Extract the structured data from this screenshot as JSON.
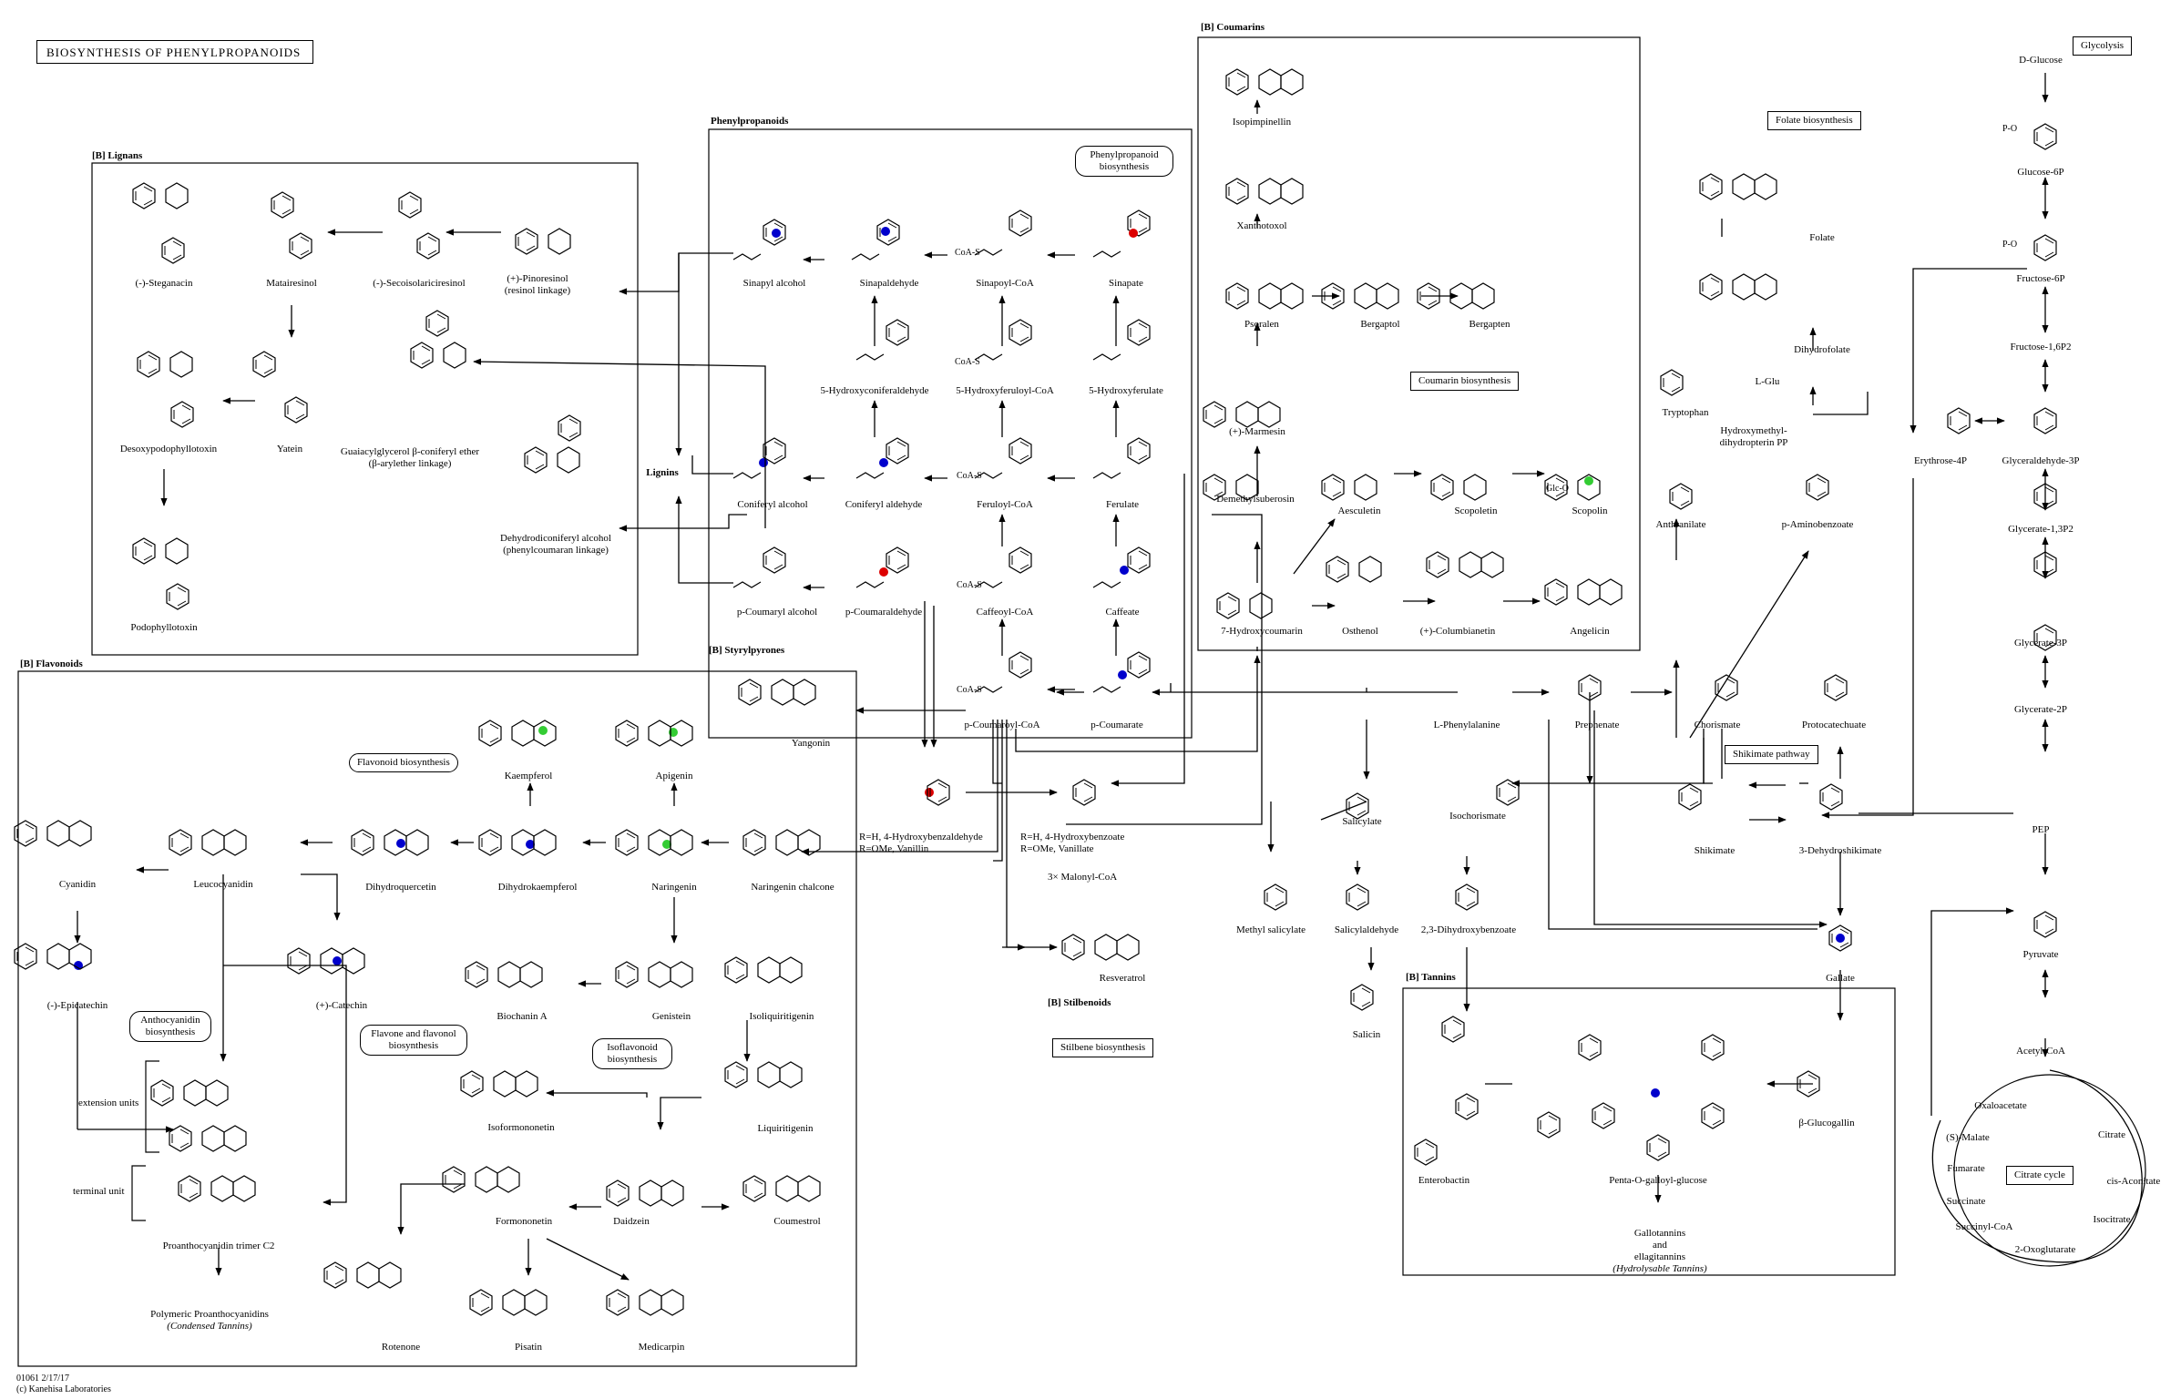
{
  "map": {
    "title": "BIOSYNTHESIS OF PHENYLPROPANOIDS",
    "footer_id": "01061 2/17/17",
    "footer_copy": "(c) Kanehisa Laboratories",
    "colors": {
      "blue": "#0000cc",
      "green": "#33cc33",
      "red": "#dd0000",
      "line": "#000000"
    }
  },
  "sections": {
    "lignans": "[B] Lignans",
    "phenylpropanoids": "Phenylpropanoids",
    "coumarins": "[B] Coumarins",
    "flavonoids": "[B] Flavonoids",
    "styrylpyrones": "[B] Styrylpyrones",
    "stilbenoids": "[B] Stilbenoids",
    "tannins": "[B] Tannins"
  },
  "map_links": {
    "glycolysis": "Glycolysis",
    "folate": "Folate biosynthesis",
    "phenylpropanoid": "Phenylpropanoid biosynthesis",
    "coumarin": "Coumarin biosynthesis",
    "shikimate": "Shikimate pathway",
    "flavonoid": "Flavonoid biosynthesis",
    "anthocyanidin": "Anthocyanidin biosynthesis",
    "flavone": "Flavone and flavonol biosynthesis",
    "isoflavonoid": "Isoflavonoid biosynthesis",
    "stilbene": "Stilbene biosynthesis",
    "citrate": "Citrate cycle"
  },
  "lignans": {
    "steganacin": "(-)-Steganacin",
    "matairesinol": "Matairesinol",
    "secoisolariciresinol": "(-)-Secoisolariciresinol",
    "pinoresinol": "(+)-Pinoresinol",
    "pinoresinol_sub": "(resinol linkage)",
    "desoxypodophyllotoxin": "Desoxypodophyllotoxin",
    "yatein": "Yatein",
    "guaiacylglycerol": "Guaiacylglycerol β-coniferyl ether",
    "guaiacylglycerol_sub": "(β-arylether linkage)",
    "dehydrodiconiferyl": "Dehydrodiconiferyl alcohol",
    "dehydrodiconiferyl_sub": "(phenylcoumaran linkage)",
    "podophyllotoxin": "Podophyllotoxin"
  },
  "phenylpropanoids": {
    "sinapyl_alcohol": "Sinapyl alcohol",
    "sinapaldehyde": "Sinapaldehyde",
    "sinapoyl_coa": "Sinapoyl-CoA",
    "sinapate": "Sinapate",
    "hydroxyconiferaldehyde": "5-Hydroxyconiferaldehyde",
    "hydroxyferuloyl_coa": "5-Hydroxyferuloyl-CoA",
    "hydroxyferulate": "5-Hydroxyferulate",
    "coniferyl_alcohol": "Coniferyl alcohol",
    "coniferyl_aldehyde": "Coniferyl aldehyde",
    "feruloyl_coa": "Feruloyl-CoA",
    "ferulate": "Ferulate",
    "lignins": "Lignins",
    "p_coumaryl_alcohol": "p-Coumaryl alcohol",
    "p_coumaraldehyde": "p-Coumaraldehyde",
    "caffeoyl_coa": "Caffeoyl-CoA",
    "caffeate": "Caffeate",
    "p_coumaroyl_coa": "p-Coumaroyl-CoA",
    "p_coumarate": "p-Coumarate",
    "coa_s": "CoA-S"
  },
  "coumarins": {
    "isopimpinellin": "Isopimpinellin",
    "xanthotoxol": "Xanthotoxol",
    "psoralen": "Psoralen",
    "bergaptol": "Bergaptol",
    "bergapten": "Bergapten",
    "marmesin": "(+)-Marmesin",
    "demethylsuberosin": "Demethylsuberosin",
    "aesculetin": "Aesculetin",
    "scopoletin": "Scopoletin",
    "scopolin": "Scopolin",
    "hydroxycoumarin": "7-Hydroxycoumarin",
    "osthenol": "Osthenol",
    "columbianetin": "(+)-Columbianetin",
    "angelicin": "Angelicin",
    "glc": "Glc-O"
  },
  "styrylpyrones": {
    "yangonin": "Yangonin"
  },
  "benzoates": {
    "hydroxybenzaldehyde_1": "R=H, 4-Hydroxybenzaldehyde",
    "hydroxybenzaldehyde_2": "R=OMe, Vanillin",
    "hydroxybenzoate_1": "R=H, 4-Hydroxybenzoate",
    "hydroxybenzoate_2": "R=OMe, Vanillate",
    "malonyl": "3× Malonyl-CoA",
    "resveratrol": "Resveratrol"
  },
  "flavonoids": {
    "kaempferol": "Kaempferol",
    "apigenin": "Apigenin",
    "cyanidin": "Cyanidin",
    "leucocyanidin": "Leucocyanidin",
    "dihydroquercetin": "Dihydroquercetin",
    "dihydrokaempferol": "Dihydrokaempferol",
    "naringenin": "Naringenin",
    "naringenin_chalcone": "Naringenin chalcone",
    "epicatechin": "(-)-Epicatechin",
    "catechin": "(+)-Catechin",
    "biochanin": "Biochanin A",
    "genistein": "Genistein",
    "isoliquiritigenin": "Isoliquiritigenin",
    "extension_units": "extension units",
    "terminal_unit": "terminal unit",
    "formononetin_iso": "Isoformononetin",
    "liquiritigenin": "Liquiritigenin",
    "formononetin": "Formononetin",
    "daidzein": "Daidzein",
    "coumestrol": "Coumestrol",
    "proanthocyanidin_trimer": "Proanthocyanidin trimer C2",
    "polymeric_1": "Polymeric Proanthocyanidins",
    "polymeric_2": "(Condensed Tannins)",
    "rotenone": "Rotenone",
    "pisatin": "Pisatin",
    "medicarpin": "Medicarpin"
  },
  "shikimate": {
    "l_phenylalanine": "L-Phenylalanine",
    "prephenate": "Prephenate",
    "chorismate": "Chorismate",
    "protocatechuate": "Protocatechuate",
    "salicylate": "Salicylate",
    "isochorismate": "Isochorismate",
    "shikimate": "Shikimate",
    "dehydroshikimate": "3-Dehydroshikimate",
    "methyl_salicylate": "Methyl salicylate",
    "salicylaldehyde": "Salicylaldehyde",
    "dihydroxybenzoate": "2,3-Dihydroxybenzoate",
    "gallate": "Gallate",
    "salicin": "Salicin",
    "tryptophan": "Tryptophan",
    "anthranilate": "Anthranilate",
    "p_aminobenzoate": "p-Aminobenzoate",
    "hmdp_1": "Hydroxymethyl-",
    "hmdp_2": "dihydropterin PP",
    "l_glu": "L-Glu",
    "dihydrofolate": "Dihydrofolate",
    "folate": "Folate"
  },
  "tannins": {
    "enterobactin": "Enterobactin",
    "pentagalloyl": "Penta-O-galloyl-glucose",
    "glucogallin": "β-Glucogallin",
    "gallotannins_1": "Gallotannins",
    "gallotannins_2": "and",
    "gallotannins_3": "ellagitannins",
    "gallotannins_4": "(Hydrolysable Tannins)"
  },
  "glycolysis": {
    "d_glucose": "D-Glucose",
    "glucose_6p": "Glucose-6P",
    "fructose_6p": "Fructose-6P",
    "fructose_16p2": "Fructose-1,6P2",
    "glyceraldehyde_3p": "Glyceraldehyde-3P",
    "erythrose_4p": "Erythrose-4P",
    "glycerate_13p2": "Glycerate-1,3P2",
    "glycerate_3p": "Glycerate-3P",
    "glycerate_2p": "Glycerate-2P",
    "pep": "PEP",
    "pyruvate": "Pyruvate",
    "acetyl_coa": "Acetyl-CoA",
    "oxaloacetate": "Oxaloacetate",
    "citrate": "Citrate",
    "s_malate": "(S)-Malate",
    "cis_aconitate": "cis-Aconitate",
    "fumarate": "Fumarate",
    "succinate": "Succinate",
    "isocitrate": "Isocitrate",
    "succinyl_coa": "Succinyl-CoA",
    "oxoglutarate": "2-Oxoglutarate",
    "p_label": "P-O"
  }
}
